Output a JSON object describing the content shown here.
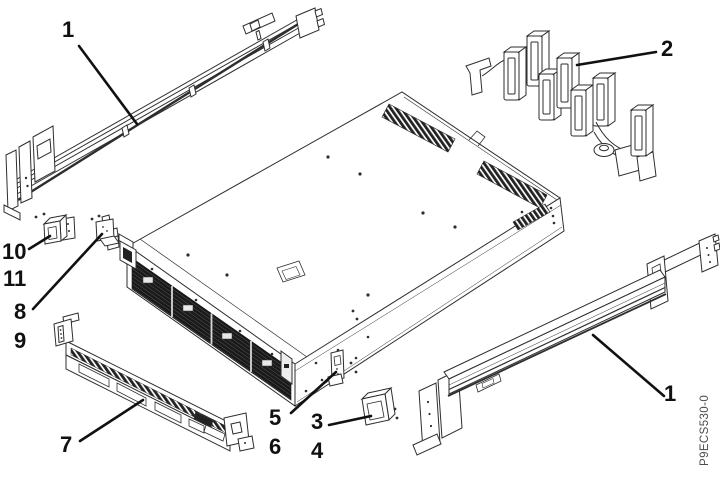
{
  "figure": {
    "part_id": "P9ECS530-0",
    "background_color": "#ffffff",
    "line_color": "#2e2e2e",
    "callouts": [
      {
        "name": "rail-top-left",
        "label": "1"
      },
      {
        "name": "cable-management-arm",
        "label": "2"
      },
      {
        "name": "bracket-left-upper",
        "label": "10"
      },
      {
        "name": "bracket-left-upper-b",
        "label": "11"
      },
      {
        "name": "bracket-left-lower",
        "label": "8"
      },
      {
        "name": "bracket-left-lower-b",
        "label": "9"
      },
      {
        "name": "front-bezel",
        "label": "7"
      },
      {
        "name": "bracket-center-left",
        "label": "5"
      },
      {
        "name": "bracket-center-left-b",
        "label": "6"
      },
      {
        "name": "bracket-center-right",
        "label": "3"
      },
      {
        "name": "bracket-center-right-b",
        "label": "4"
      },
      {
        "name": "rail-bottom-right",
        "label": "1"
      }
    ]
  }
}
